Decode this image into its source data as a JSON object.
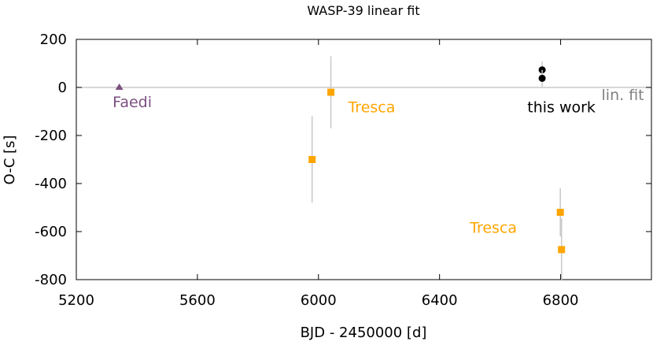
{
  "chart_data": {
    "type": "scatter",
    "title": "WASP-39 linear fit",
    "xlabel": "BJD - 2450000 [d]",
    "ylabel": "O-C [s]",
    "xlim": [
      5200,
      7100
    ],
    "ylim": [
      -800,
      200
    ],
    "xticks": [
      5200,
      5600,
      6000,
      6400,
      6800
    ],
    "yticks": [
      200,
      0,
      -200,
      -400,
      -600,
      -800
    ],
    "grid": false,
    "reference_line": {
      "label": "lin. fit",
      "y": 0,
      "color": "#c0c0c0",
      "label_color": "#808080"
    },
    "series": [
      {
        "name": "Faedi",
        "marker": "triangle",
        "color": "#7b4f7f",
        "points": [
          {
            "x": 5342,
            "y": 0,
            "yerr": 5
          }
        ]
      },
      {
        "name": "Tresca",
        "marker": "square",
        "color": "#ffa500",
        "points": [
          {
            "x": 5979,
            "y": -300,
            "yerr": 180
          },
          {
            "x": 6041,
            "y": -20,
            "yerr": 150
          },
          {
            "x": 6799,
            "y": -520,
            "yerr": 100
          },
          {
            "x": 6803,
            "y": -675,
            "yerr": 130
          }
        ]
      },
      {
        "name": "this work",
        "marker": "circle",
        "color": "#000000",
        "points": [
          {
            "x": 6739,
            "y": 73,
            "yerr": 35
          },
          {
            "x": 6739,
            "y": 38,
            "yerr": 35
          }
        ]
      }
    ],
    "annotations": [
      {
        "text": "Faedi",
        "x": 5320,
        "y": -82,
        "color": "#7b4f7f"
      },
      {
        "text": "Tresca",
        "x": 6098,
        "y": -103,
        "color": "#ffa500"
      },
      {
        "text": "this work",
        "x": 6690,
        "y": -103,
        "color": "#000000"
      },
      {
        "text": "Tresca",
        "x": 6500,
        "y": -605,
        "color": "#ffa500"
      },
      {
        "text": "lin. fit",
        "x": 6935,
        "y": -52,
        "color": "#808080"
      }
    ]
  }
}
